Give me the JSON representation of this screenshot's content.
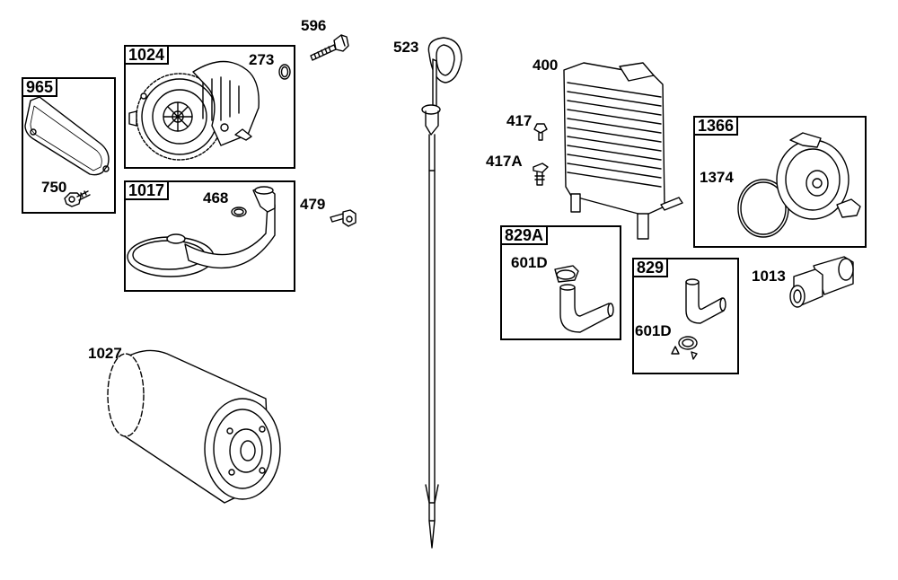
{
  "diagram": {
    "boxes": {
      "b965": "965",
      "b1024": "1024",
      "b1017": "1017",
      "b829a": "829A",
      "b829": "829",
      "b1366": "1366"
    },
    "labels": {
      "l596": "596",
      "l523": "523",
      "l400": "400",
      "l273": "273",
      "l750": "750",
      "l468": "468",
      "l479": "479",
      "l417": "417",
      "l417a": "417A",
      "l1374": "1374",
      "l601d_a": "601D",
      "l601d_b": "601D",
      "l1013": "1013",
      "l1027": "1027"
    }
  }
}
